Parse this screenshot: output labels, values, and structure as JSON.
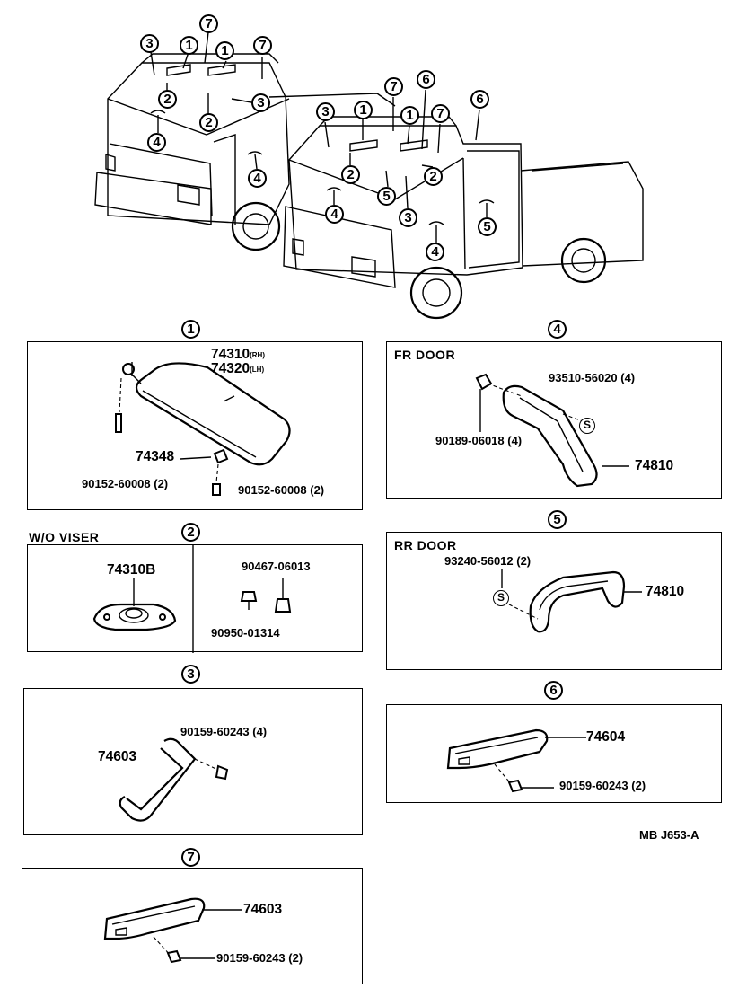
{
  "overview": {
    "callouts": {
      "c1": "3",
      "c2": "1",
      "c3": "7",
      "c4": "1",
      "c5": "7",
      "c6": "2",
      "c7": "2",
      "c8": "3",
      "c9": "4",
      "c10": "4",
      "d1": "3",
      "d2": "1",
      "d3": "7",
      "d4": "6",
      "d5": "1",
      "d6": "7",
      "d7": "6",
      "d8": "2",
      "d9": "5",
      "d10": "2",
      "d11": "3",
      "d12": "4",
      "d13": "4",
      "d14": "5"
    }
  },
  "sections": {
    "s1": {
      "num": "1",
      "label_main": "74310",
      "label_main_suffix": "(RH)",
      "label_alt": "74320",
      "label_alt_suffix": "(LH)",
      "label_clip": "74348",
      "label_screw_left": "90152-60008 (2)",
      "label_screw_right": "90152-60008 (2)"
    },
    "s2": {
      "num": "2",
      "title": "W/O VISER",
      "label_holder": "74310B",
      "label_top": "90467-06013",
      "label_bottom": "90950-01314"
    },
    "s3": {
      "num": "3",
      "label_grip": "74603",
      "label_screw": "90159-60243 (4)"
    },
    "s4": {
      "num": "4",
      "title": "FR  DOOR",
      "label_cap": "93510-56020 (4)",
      "label_nut": "90189-06018 (4)",
      "label_grip": "74810",
      "cap_letter": "S"
    },
    "s5": {
      "num": "5",
      "title": "RR  DOOR",
      "label_cap": "93240-56012 (2)",
      "label_grip": "74810",
      "cap_letter": "S"
    },
    "s6": {
      "num": "6",
      "label_grip": "74604",
      "label_screw": "90159-60243 (2)"
    },
    "s7": {
      "num": "7",
      "label_grip": "74603",
      "label_screw": "90159-60243 (2)"
    }
  },
  "footer": {
    "code": "MB  J653-A"
  }
}
